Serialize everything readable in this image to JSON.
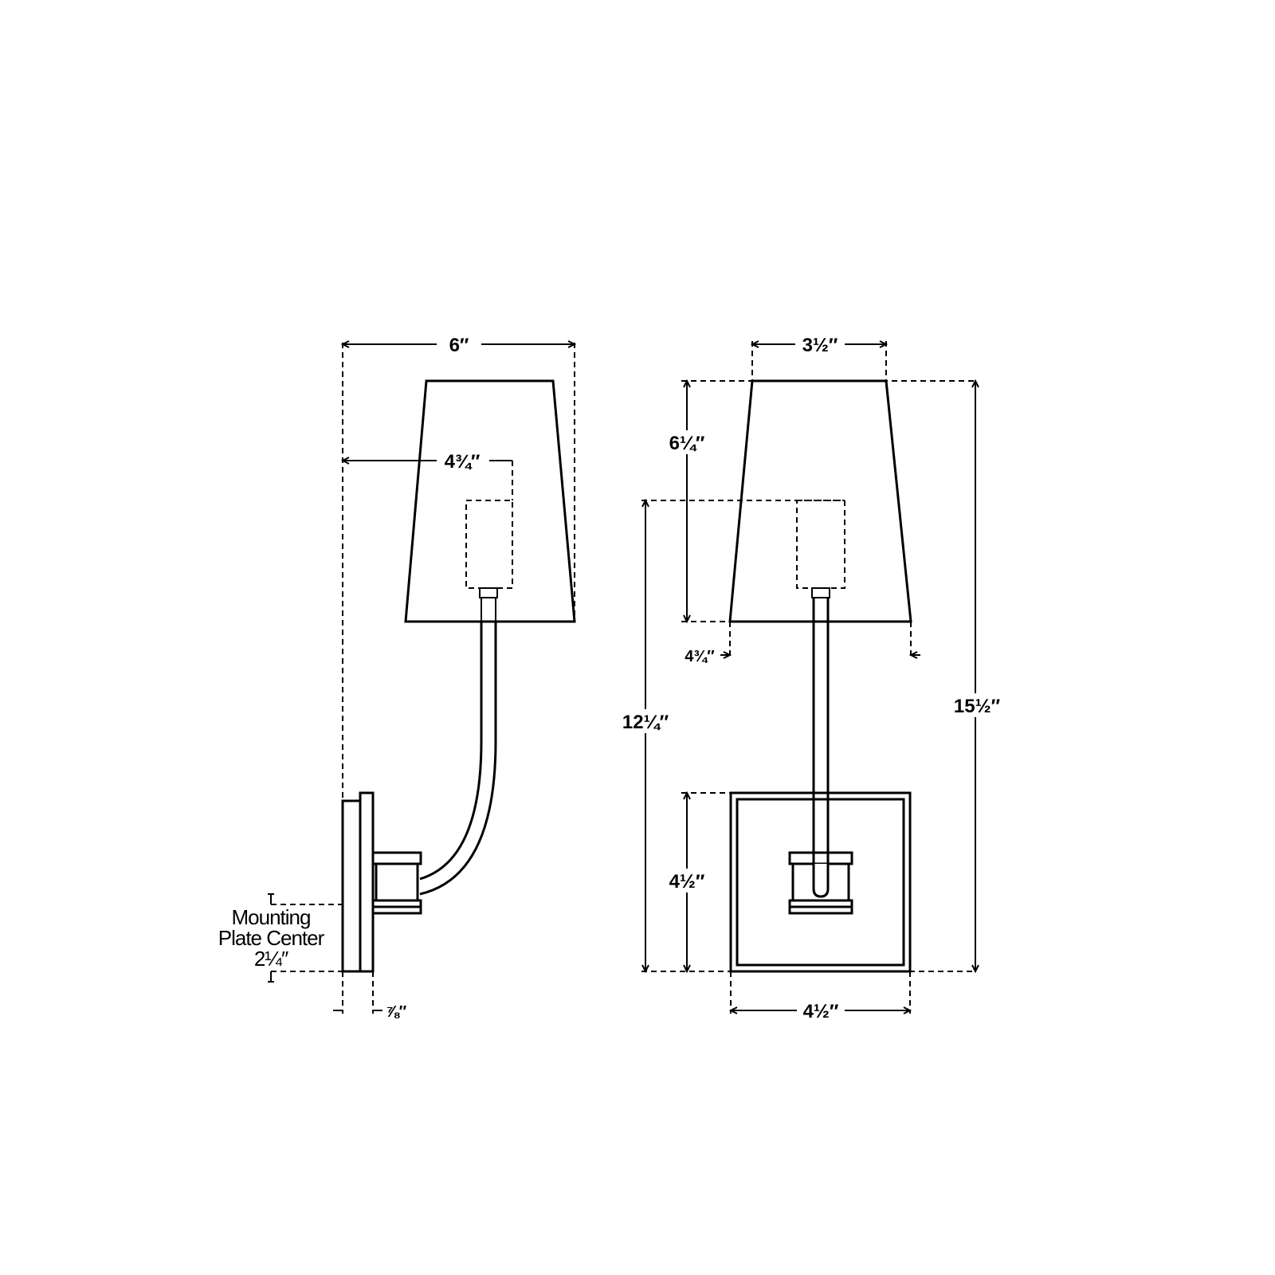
{
  "side_view": {
    "overall_width": "6″",
    "center_projection": "4¾″",
    "plate_depth": "⅞″",
    "mounting_note": {
      "line1": "Mounting",
      "line2": "Plate Center",
      "line3": "2¼″"
    }
  },
  "front_view": {
    "shade_top_width": "3½″",
    "shade_height": "6¼″",
    "shade_bottom_width": "4¾″",
    "socket_height": "12¼″",
    "overall_height": "15½″",
    "backplate_height": "4½″",
    "backplate_width": "4½″"
  }
}
